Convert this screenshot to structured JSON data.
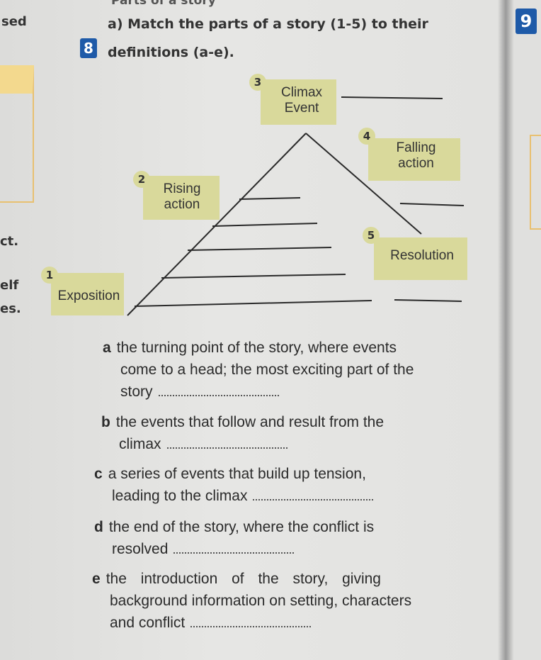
{
  "header": {
    "partial_title": "Parts of a story",
    "left_margin_word": "sed"
  },
  "exercise": {
    "number": "8",
    "instruction_line1": "a) Match the parts of a story (1-5) to their",
    "instruction_line2": "definitions (a-e).",
    "next_number": "9"
  },
  "left_margin": [
    "ct.",
    "elf",
    "es."
  ],
  "diagram": {
    "parts": [
      {
        "num": "1",
        "label": "Exposition"
      },
      {
        "num": "2",
        "label": "Rising action"
      },
      {
        "num": "3",
        "label": "Climax Event"
      },
      {
        "num": "4",
        "label": "Falling action"
      },
      {
        "num": "5",
        "label": "Resolution"
      }
    ]
  },
  "definitions": [
    {
      "letter": "a",
      "lines": [
        "the turning point of the story, where events",
        "come to a head; the most exciting part of the",
        "story"
      ]
    },
    {
      "letter": "b",
      "lines": [
        "the events that follow and result from the",
        "climax"
      ]
    },
    {
      "letter": "c",
      "lines": [
        "a series of events that build up tension,",
        "leading to the climax"
      ]
    },
    {
      "letter": "d",
      "lines": [
        "the end of the story, where the conflict is",
        "resolved"
      ]
    },
    {
      "letter": "e",
      "lines": [
        "the introduction of the story, giving",
        "background information on setting, characters",
        "and conflict"
      ]
    }
  ],
  "colors": {
    "box": "#d9d99b",
    "badge": "#1e5aa8"
  }
}
